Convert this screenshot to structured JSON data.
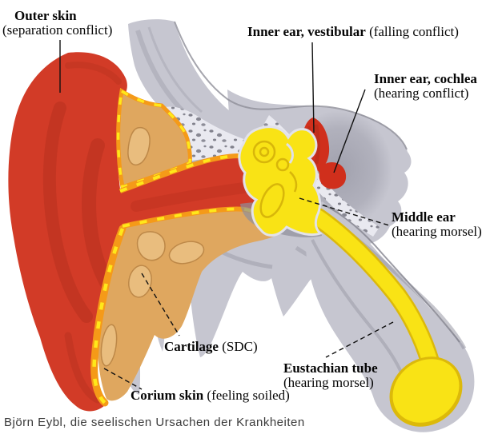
{
  "title": "Ear anatomy conflict diagram",
  "labels": {
    "outer_skin": {
      "name": "Outer skin",
      "note": "(separation conflict)"
    },
    "inner_ear_vestibular": {
      "name": "Inner ear, vestibular",
      "note": "(falling conflict)"
    },
    "inner_ear_cochlea": {
      "name": "Inner ear, cochlea",
      "note": "(hearing conflict)"
    },
    "middle_ear": {
      "name": "Middle ear",
      "note": "(hearing morsel)"
    },
    "cartilage": {
      "name": "Cartilage",
      "note": "(SDC)"
    },
    "eustachian_tube": {
      "name": "Eustachian tube",
      "note": "(hearing morsel)"
    },
    "corium_skin": {
      "name": "Corium skin",
      "note": "(feeling soiled)"
    }
  },
  "caption": "Björn Eybl, die seelischen Ursachen der Krankheiten",
  "colors": {
    "skin_red": "#d23b27",
    "skin_red_dark": "#a82c19",
    "organ_red": "#d02f1c",
    "corium_orange": "#f59a18",
    "dash_yellow": "#ffe81a",
    "cartilage_tan": "#dfa75f",
    "cartilage_light": "#e9bd7e",
    "cartilage_outline": "#bd8848",
    "middle_ear_yellow": "#f9e315",
    "yellow_outline": "#dcb90a",
    "bone_gray": "#c6c6d0",
    "bone_light": "#e9e9f0",
    "bone_dark": "#9a9aa6",
    "speckle_gray": "#6e6e7a",
    "leader_black": "#111111",
    "caption_gray": "#3a3a3a",
    "background": "#ffffff"
  }
}
